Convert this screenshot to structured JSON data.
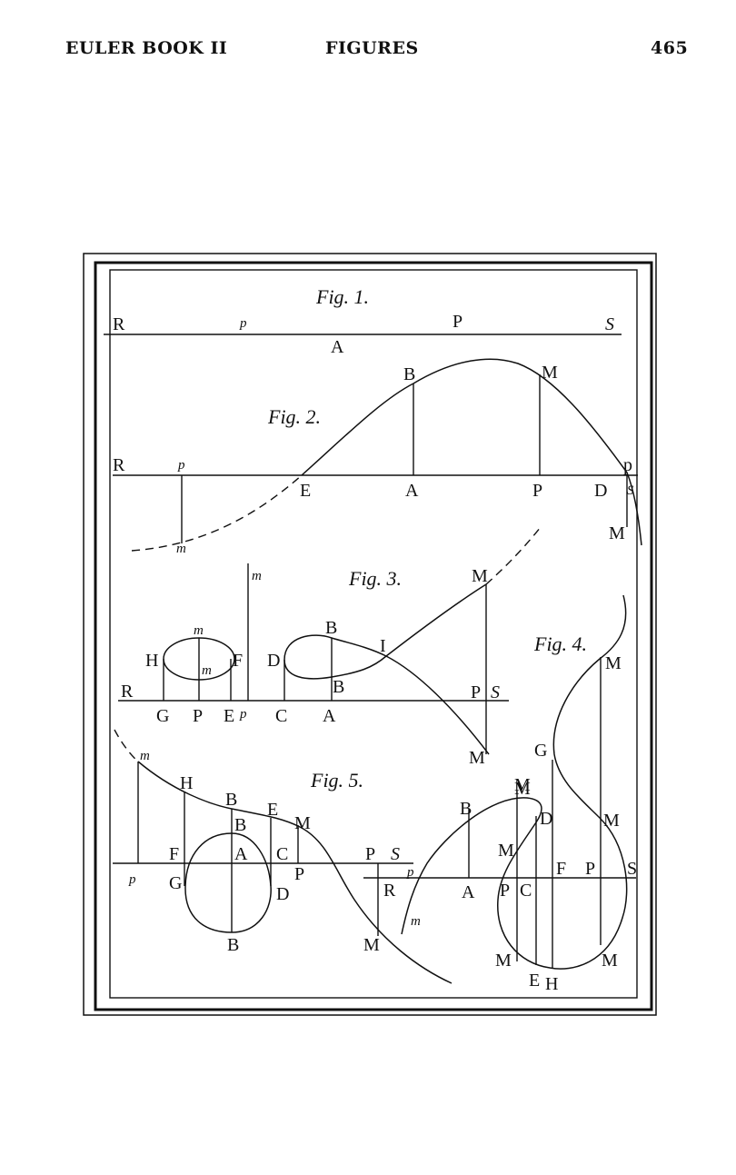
{
  "header": {
    "left": "EULER BOOK II",
    "center": "FIGURES",
    "page_number": "465"
  },
  "figures": {
    "fig1": {
      "title": "Fig. 1.",
      "labels": {
        "R": "R",
        "p": "p",
        "P": "P",
        "S": "S",
        "A": "A"
      }
    },
    "fig2": {
      "title": "Fig. 2.",
      "labels": {
        "R": "R",
        "p": "p",
        "m": "m",
        "E": "E",
        "A": "A",
        "B": "B",
        "P": "P",
        "M": "M",
        "D": "D",
        "p2": "p",
        "S": "S",
        "M2": "M"
      }
    },
    "fig3": {
      "title": "Fig. 3.",
      "labels": {
        "R": "R",
        "H": "H",
        "G": "G",
        "m_top": "m",
        "m_mid": "m",
        "P": "P",
        "F": "F",
        "E": "E",
        "p": "p",
        "m_high": "m",
        "D": "D",
        "C": "C",
        "B_top": "B",
        "B_low": "B",
        "A": "A",
        "I": "I",
        "M_top": "M",
        "P2": "P",
        "S": "S",
        "M_low": "M"
      }
    },
    "fig4": {
      "title": "Fig. 4.",
      "labels": {
        "M_top": "M",
        "G": "G",
        "M_mid": "M",
        "D": "D",
        "M_r": "M",
        "F": "F",
        "P": "P",
        "S": "S",
        "C": "C",
        "M_left": "M",
        "E": "E",
        "H": "H",
        "M_bl": "M",
        "M_br": "M"
      }
    },
    "fig5": {
      "title": "Fig. 5.",
      "labels": {
        "m": "m",
        "H": "H",
        "B1": "B",
        "E": "E",
        "M": "M",
        "B2": "B",
        "F": "F",
        "A": "A",
        "C": "C",
        "P": "P",
        "S": "S",
        "p": "p",
        "G": "G",
        "D": "D",
        "P2": "P",
        "B3": "B",
        "M2": "M",
        "R": "R",
        "p2": "p",
        "m2": "m",
        "B4": "B",
        "A2": "A",
        "P3": "P",
        "M3": "M"
      }
    }
  }
}
